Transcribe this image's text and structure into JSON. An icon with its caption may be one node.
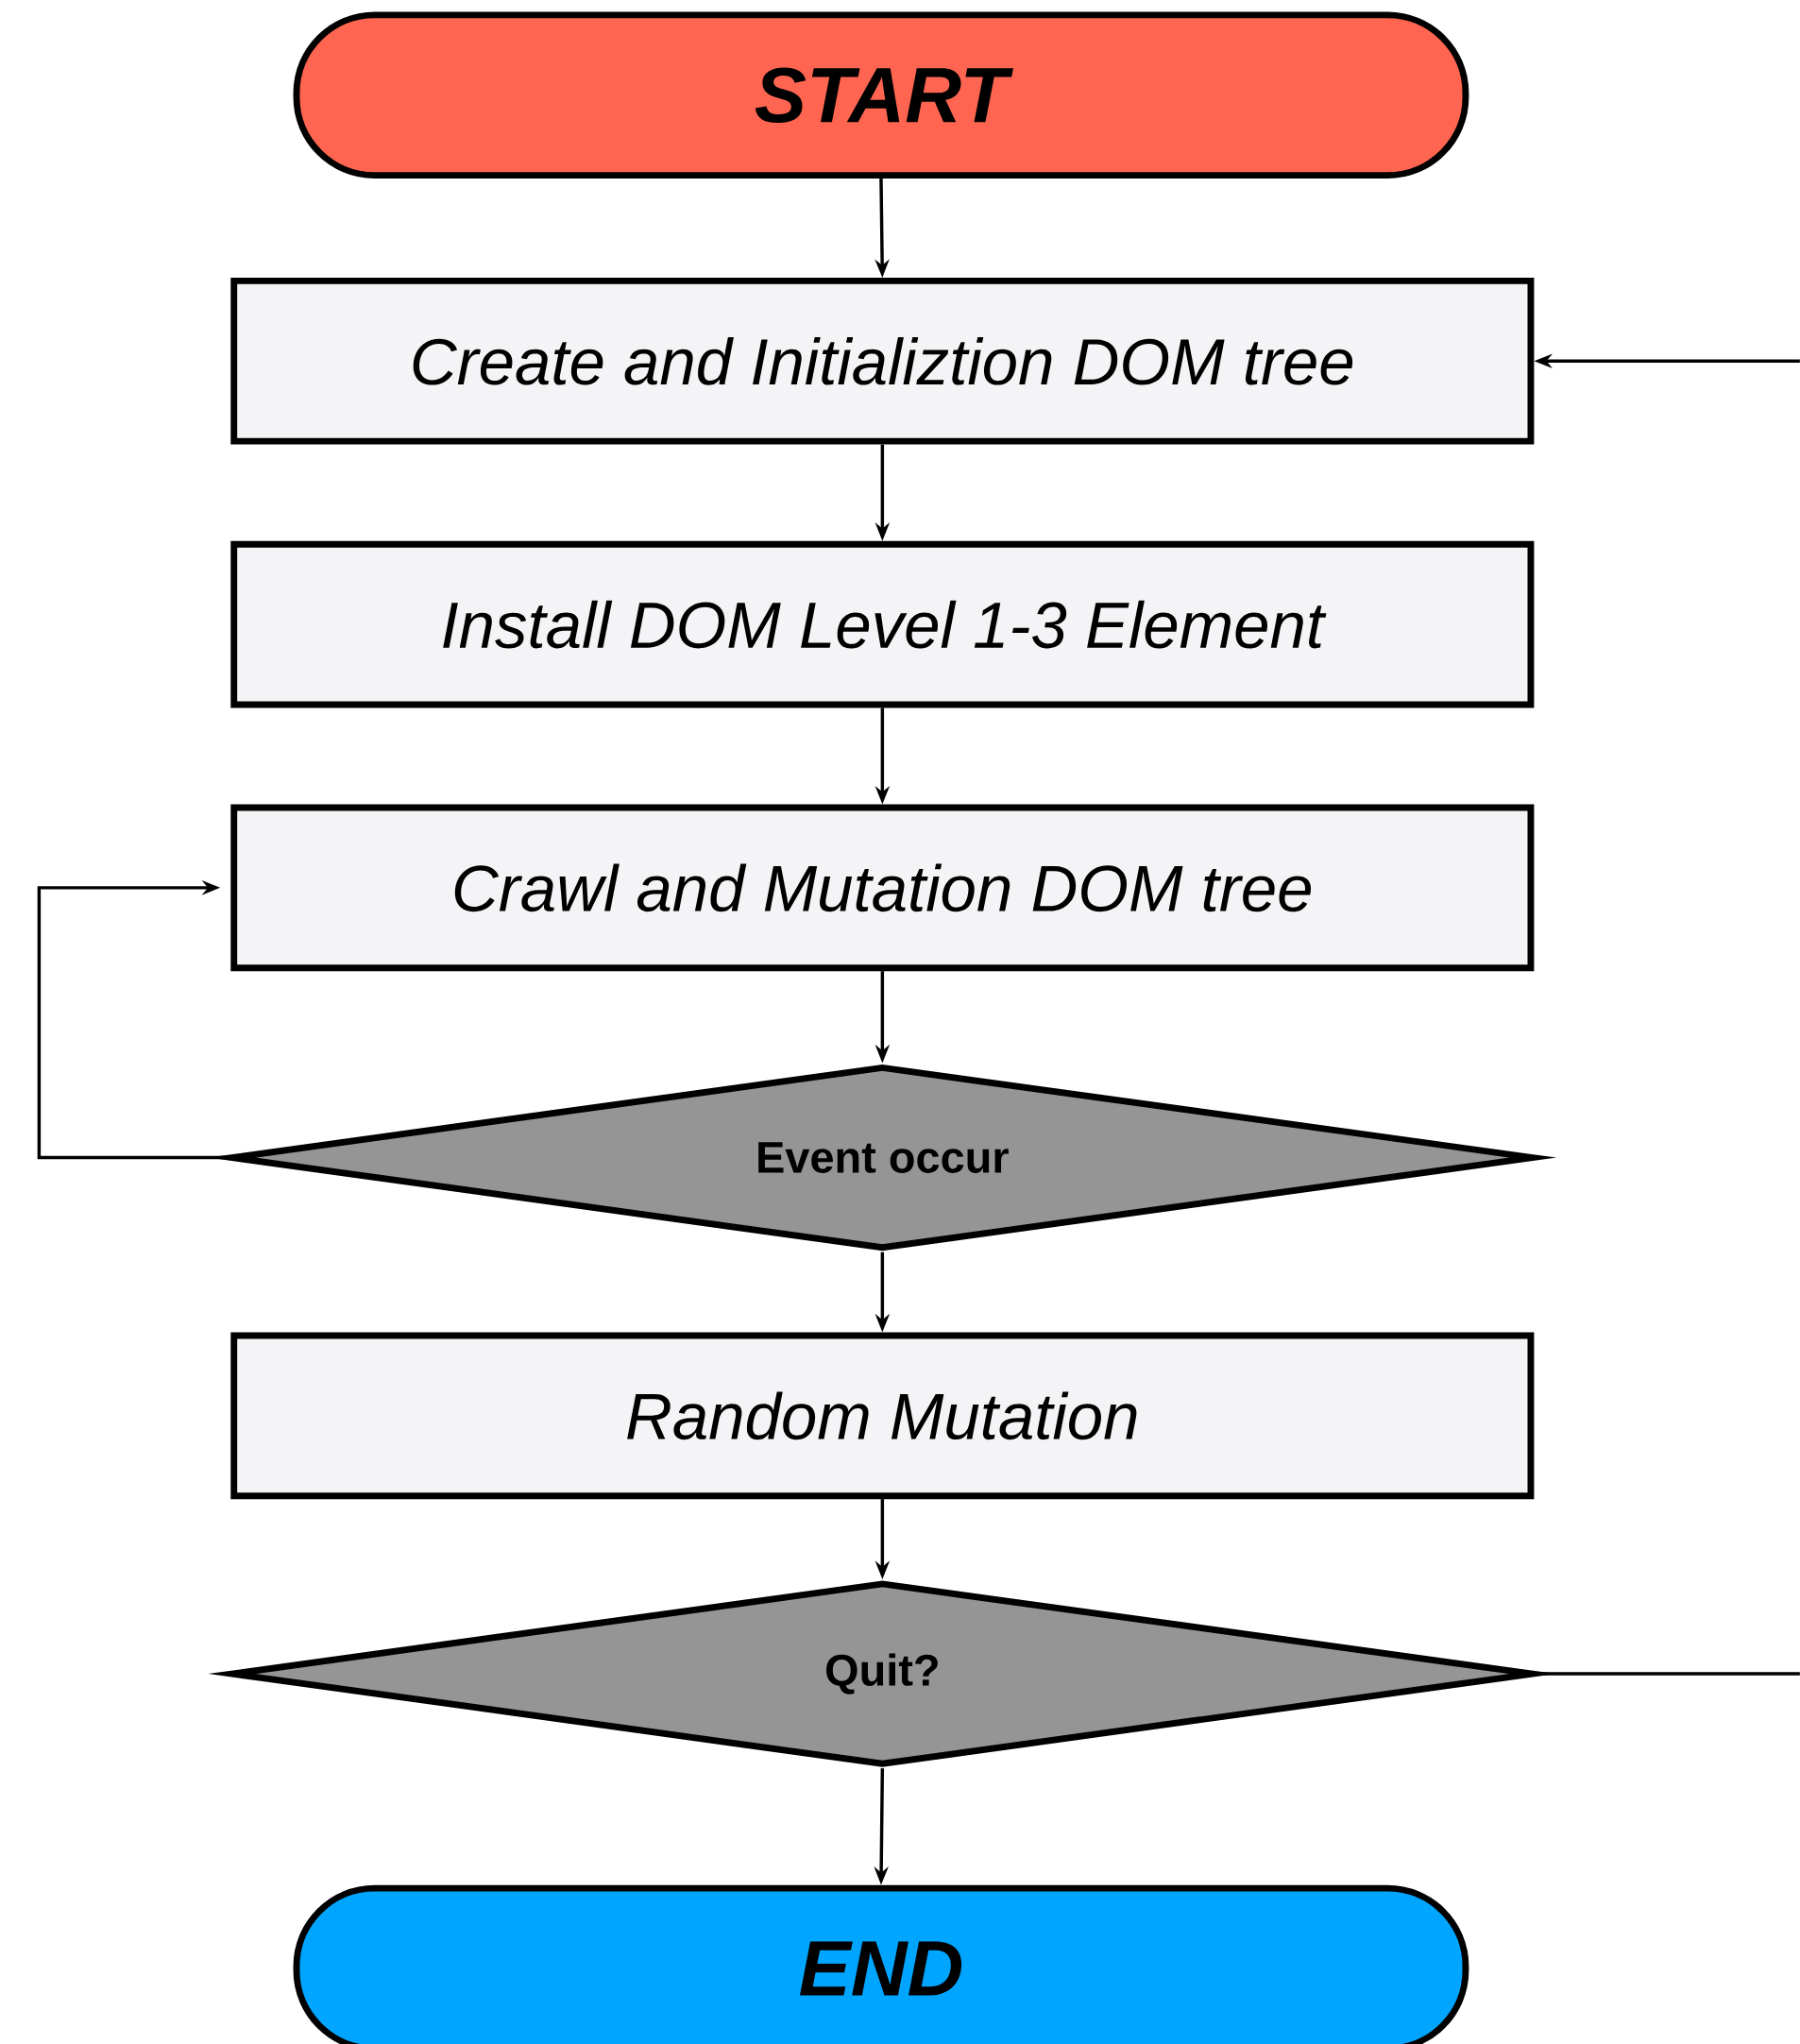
{
  "diagram": {
    "nodes": [
      {
        "text": [
          "START"
        ]
      },
      {
        "text": [
          "Create and Initializtion DOM tree"
        ]
      },
      {
        "text": [
          "Install DOM Level 1-3 Element"
        ]
      },
      {
        "text": [
          "Crawl and Mutation DOM tree"
        ]
      },
      {
        "text": [
          "Event occur"
        ]
      },
      {
        "text": [
          "Random Mutation"
        ]
      },
      {
        "text": [
          "Quit?"
        ]
      },
      {
        "text": [
          "END"
        ]
      }
    ],
    "edges": [
      {
        "from": 0,
        "to": 1,
        "arrow": "to"
      },
      {
        "from": 1,
        "to": 2,
        "arrow": "to"
      },
      {
        "from": 2,
        "to": 3,
        "arrow": "to"
      },
      {
        "from": 3,
        "to": 4,
        "arrow": "to"
      },
      {
        "from": 4,
        "to": 5,
        "arrow": "to"
      },
      {
        "from": 5,
        "to": 6,
        "arrow": "to"
      },
      {
        "from": 6,
        "to": 7,
        "arrow": "to"
      },
      {
        "from": 4,
        "to": 3,
        "arrow": "to"
      },
      {
        "from": 6,
        "to": null,
        "arrow": "none"
      },
      {
        "from": null,
        "to": 1,
        "arrow": "to"
      }
    ]
  }
}
